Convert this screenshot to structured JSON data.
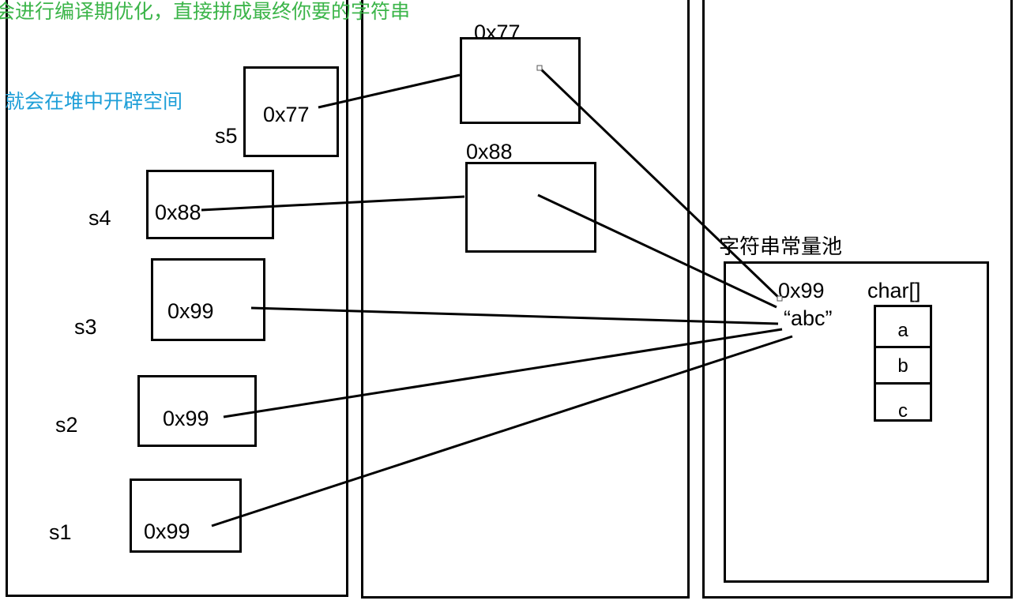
{
  "notes": {
    "compile_optimization": "会进行编译期优化，直接拼成最终你要的字符串",
    "heap_allocation": "就会在堆中开辟空间"
  },
  "stack": {
    "vars": [
      {
        "name": "s5",
        "ref": "0x77"
      },
      {
        "name": "s4",
        "ref": "0x88"
      },
      {
        "name": "s3",
        "ref": "0x99"
      },
      {
        "name": "s2",
        "ref": "0x99"
      },
      {
        "name": "s1",
        "ref": "0x99"
      }
    ]
  },
  "heap": {
    "objects": [
      {
        "address": "0x77"
      },
      {
        "address": "0x88"
      }
    ]
  },
  "string_pool": {
    "title": "字符串常量池",
    "address": "0x99",
    "literal": "“abc”",
    "char_array": {
      "label": "char[]",
      "cells": [
        "a",
        "b",
        "c"
      ]
    }
  },
  "colors": {
    "note_green": "#3cb54a",
    "note_blue": "#1e9fd8",
    "line": "#000000"
  }
}
